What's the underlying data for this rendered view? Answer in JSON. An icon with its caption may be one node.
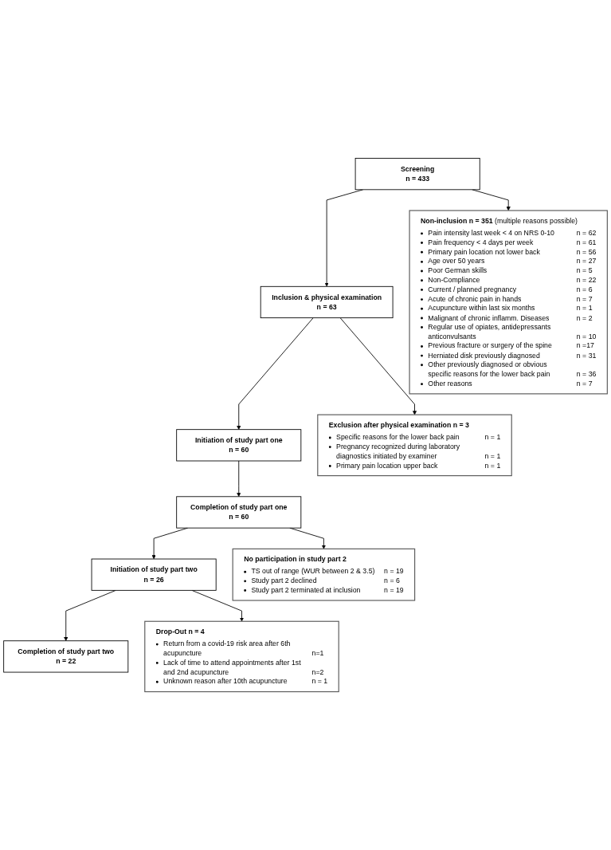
{
  "diagram": {
    "nodes": [
      {
        "text": [
          "Screening",
          "n = 433"
        ]
      },
      {
        "text": [
          "Non-inclusion n = 351",
          "(multiple reasons possible)",
          "Pain intensity last week < 4 on NRS 0-10",
          "n = 62",
          "Pain frequency < 4 days per week",
          "n = 61",
          "Primary pain location not lower back",
          "n = 56",
          "Age over 50 years",
          "n = 27",
          "Poor German skills",
          "n = 5",
          "Non-Compliance",
          "n = 22",
          "Current / planned pregnancy",
          "n = 6",
          "Acute of chronic pain in hands",
          "n = 7",
          "Acupuncture within last six months",
          "n = 1",
          "Malignant of chronic inflamm. Diseases",
          "n = 2",
          "Regular use of opiates, antidepressants anticonvulsants",
          "n = 10",
          "Previous fracture or surgery of the spine",
          "n =17",
          "Herniated disk previously diagnosed",
          "n = 31",
          "Other previously diagnosed or obvious specific reasons for the lower back pain",
          "n = 36",
          "Other reasons",
          "n = 7"
        ]
      },
      {
        "text": [
          "Inclusion & physical examination",
          "n = 63"
        ]
      },
      {
        "text": [
          "Exclusion after physical examination n = 3",
          "Specific reasons for the lower back pain",
          "n = 1",
          "Pregnancy recognized during laboratory diagnostics initiated by examiner",
          "n = 1",
          "Primary pain location upper back",
          "n = 1"
        ]
      },
      {
        "text": [
          "Initiation of study part one",
          "n = 60"
        ]
      },
      {
        "text": [
          "Completion of study part one",
          "n = 60"
        ]
      },
      {
        "text": [
          "No participation in study part 2",
          "TS out of range (WUR between 2 & 3.5)",
          "n = 19",
          "Study part 2 declined",
          "n = 6",
          "Study part 2 terminated at inclusion",
          "n = 19"
        ]
      },
      {
        "text": [
          "Initiation of study part two",
          "n = 26"
        ]
      },
      {
        "text": [
          "Drop-Out n = 4",
          "Return from a covid-19 risk area after 6th acupuncture",
          "n=1",
          "Lack of time to attend appointments after 1st and 2nd acupuncture",
          "n=2",
          "Unknown reason after 10th acupuncture",
          "n = 1"
        ]
      },
      {
        "text": [
          "Completion of study part two",
          "n = 22"
        ]
      }
    ],
    "edges": [
      {
        "from": 0,
        "to": 2,
        "arrow": "to"
      },
      {
        "from": 0,
        "to": 1,
        "arrow": "to"
      },
      {
        "from": 2,
        "to": 4,
        "arrow": "to"
      },
      {
        "from": 2,
        "to": 3,
        "arrow": "to"
      },
      {
        "from": 4,
        "to": 5,
        "arrow": "to"
      },
      {
        "from": 5,
        "to": 7,
        "arrow": "to"
      },
      {
        "from": 5,
        "to": 6,
        "arrow": "to"
      },
      {
        "from": 7,
        "to": 9,
        "arrow": "to"
      },
      {
        "from": 7,
        "to": 8,
        "arrow": "to"
      }
    ]
  }
}
